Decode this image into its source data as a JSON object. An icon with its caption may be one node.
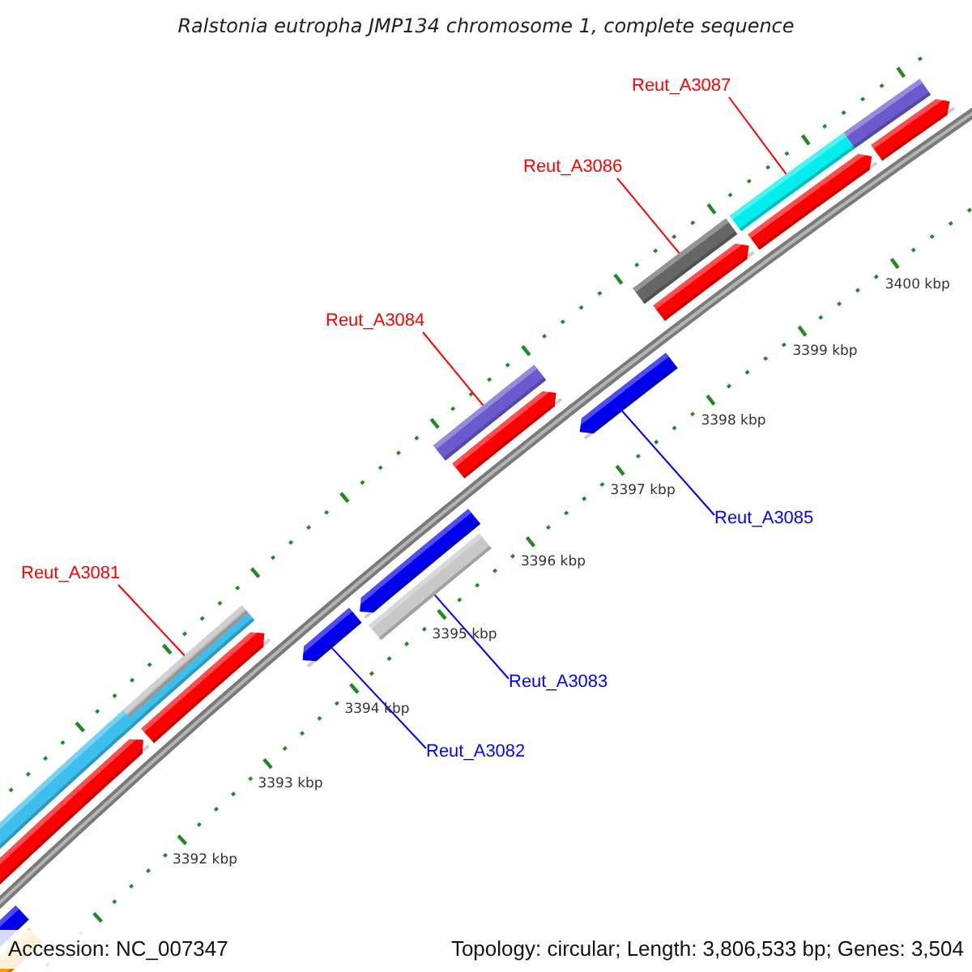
{
  "diagram": {
    "title": "Ralstonia eutropha JMP134 chromosome 1, complete sequence",
    "nodes": [
      {
        "text": [
          "Reut_A3087"
        ]
      },
      {
        "text": [
          "Reut_A3086"
        ]
      },
      {
        "text": [
          "Reut_A3084"
        ]
      },
      {
        "text": [
          "Reut_A3085"
        ]
      },
      {
        "text": [
          "Reut_A3081"
        ]
      },
      {
        "text": [
          "Reut_A3083"
        ]
      },
      {
        "text": [
          "Reut_A3082"
        ]
      },
      {
        "text": [],
        "shape": "bar"
      },
      {
        "text": [],
        "shape": "bar"
      },
      {
        "text": [],
        "shape": "bar"
      },
      {
        "text": [],
        "shape": "bar"
      },
      {
        "text": [],
        "shape": "bar"
      },
      {
        "text": [],
        "shape": "bar"
      },
      {
        "text": [],
        "shape": "bar"
      }
    ],
    "edges": [
      {
        "from": 0,
        "to": 13,
        "arrow": "none"
      },
      {
        "from": 1,
        "to": 12,
        "arrow": "none"
      },
      {
        "from": 2,
        "to": 10,
        "arrow": "none"
      },
      {
        "from": 3,
        "to": 11,
        "arrow": "none",
        "color": "#0000ff"
      },
      {
        "from": 4,
        "to": 7,
        "arrow": "none"
      },
      {
        "from": 5,
        "to": 9,
        "arrow": "none",
        "color": "#0000ff"
      },
      {
        "from": 6,
        "to": 8,
        "arrow": "none",
        "color": "#0000ff"
      }
    ],
    "labels": [
      "3400 kbp",
      "3399 kbp",
      "3398 kbp",
      "3397 kbp",
      "3396 kbp",
      "3395 kbp",
      "3394 kbp",
      "3393 kbp",
      "3392 kbp",
      "Accession: NC_007347",
      "Topology: circular; Length: 3,806,533 bp; Genes: 3,504"
    ]
  }
}
